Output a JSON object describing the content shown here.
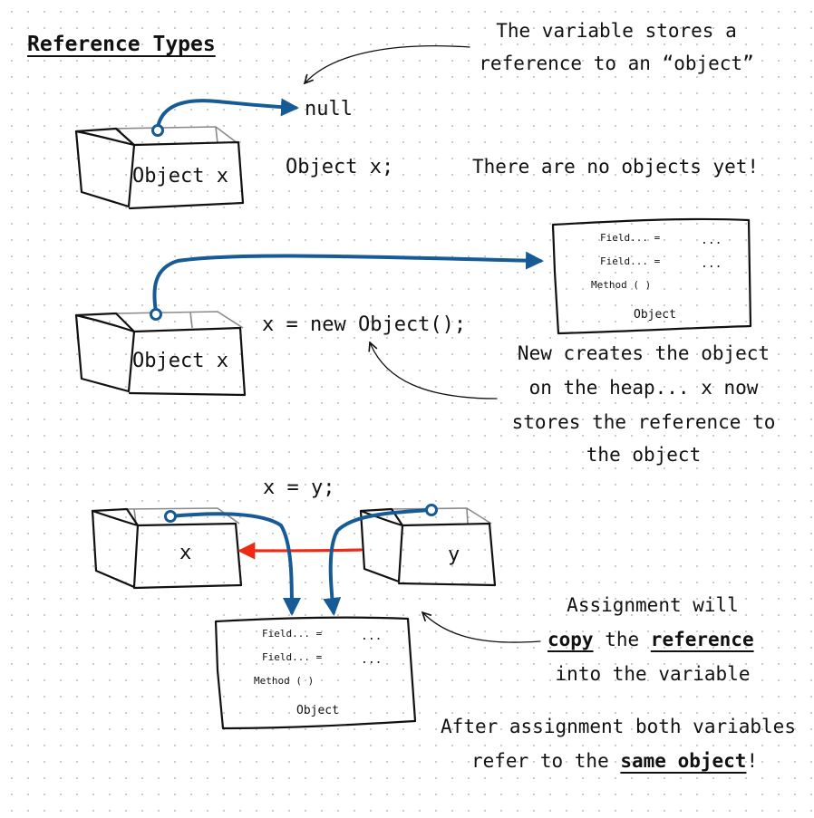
{
  "title": "Reference Types",
  "note_variable_line1": "The variable stores a",
  "note_variable_line2": "reference to an “object”",
  "null_label": "null",
  "code_declare": "Object x;",
  "note_no_objects": "There are no objects yet!",
  "box1_label": "Object x",
  "box2_label": "Object x",
  "code_new": "x = new Object();",
  "note_new_line1": "New creates the object",
  "note_new_line2": "on the heap... x now",
  "note_new_line3": "stores the reference to",
  "note_new_line4": "the object",
  "code_assign": "x = y;",
  "box_x_label": "x",
  "box_y_label": "y",
  "card1": {
    "field1": "Field... =",
    "value1": "...",
    "field2": "Field... =",
    "value2": "...",
    "method": "Method ( )",
    "caption": "Object"
  },
  "card2": {
    "field1": "Field... =",
    "value1": "...",
    "field2": "Field... =",
    "value2": "...",
    "method": "Method ( )",
    "caption": "Object"
  },
  "note_assign_line1": "Assignment will",
  "note_assign_copy": "copy",
  "note_assign_the": " the ",
  "note_assign_reference": "reference",
  "note_assign_line3": "into the variable",
  "note_after_line1": "After assignment both variables",
  "note_after_prefix": "refer to the ",
  "note_after_same": "same object",
  "note_after_suffix": "!",
  "colors": {
    "reference_arrow": "#165a96",
    "copy_arrow": "#ee2a14"
  }
}
